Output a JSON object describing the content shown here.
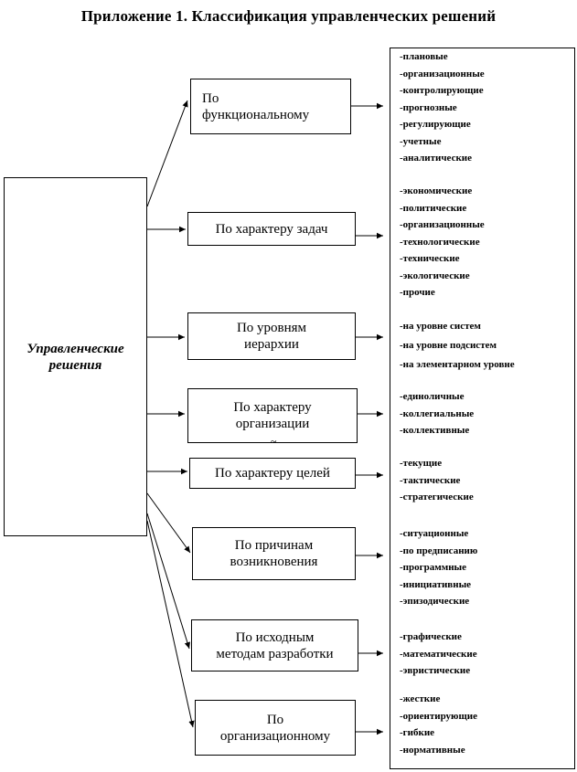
{
  "title": "Приложение 1. Классификация управленческих решений",
  "root": "Управленческие решения",
  "categories": [
    {
      "label": "По\nфункциональному"
    },
    {
      "label": "По характеру задач"
    },
    {
      "label": "По уровням\nиерархии"
    },
    {
      "label": "По характеру\nорганизации"
    },
    {
      "label": "По характеру целей"
    },
    {
      "label": "По причинам\nвозникновения"
    },
    {
      "label": "По исходным\nметодам разработки"
    },
    {
      "label": "По\nорганизационному"
    }
  ],
  "groups": [
    [
      "-плановые",
      "-организационные",
      "-контролирующие",
      "-прогнозные",
      "-регулирующие",
      "-учетные",
      "-аналитические"
    ],
    [
      "-экономические",
      "-политические",
      "-организационные",
      "-технологические",
      "-технические",
      "-экологические",
      "-прочие"
    ],
    [
      "-на уровне систем",
      "-на уровне подсистем",
      "-на элементарном уровне"
    ],
    [
      "-единоличные",
      "-коллегиальные",
      "-коллективные"
    ],
    [
      "-текущие",
      "-тактические",
      "-стратегические"
    ],
    [
      "-ситуационные",
      "-по предписанию",
      "-программные",
      "-инициативные",
      "-эпизодические"
    ],
    [
      "-графические",
      "-математические",
      "-эвристические"
    ],
    [
      "-жесткие",
      "-ориентирующие",
      "-гибкие",
      "-нормативные"
    ]
  ],
  "mark": "~"
}
